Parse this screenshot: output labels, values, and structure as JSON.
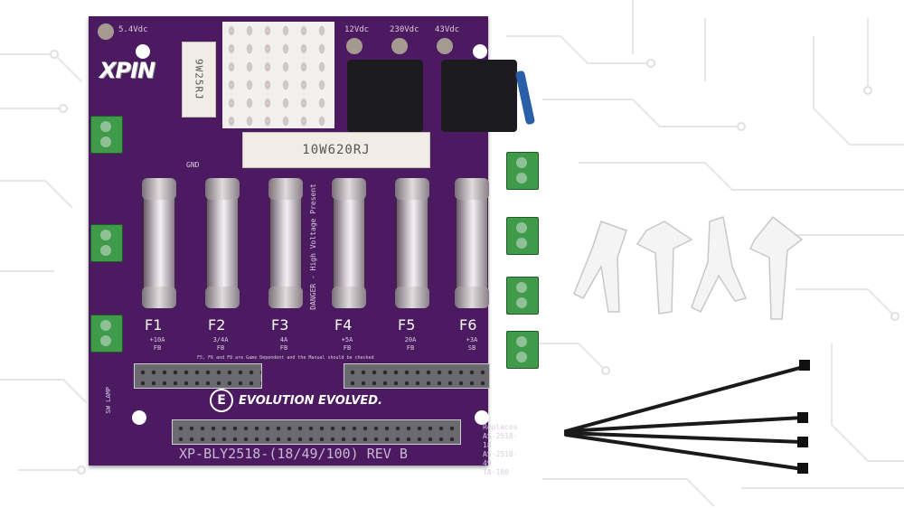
{
  "board": {
    "logo": "XPIN",
    "voltage_labels": [
      "5.4Vdc",
      "12Vdc",
      "230Vdc",
      "43Vdc"
    ],
    "resistor_small": "9W25RJ",
    "resistor_large": "10W620RJ",
    "gnd_label": "GND",
    "danger_text": "DANGER - High Voltage Present",
    "fuses": [
      {
        "label": "F1",
        "rating": "+10A",
        "type": "FB"
      },
      {
        "label": "F2",
        "rating": "3/4A",
        "type": "FB"
      },
      {
        "label": "F3",
        "rating": "4A",
        "type": "FB"
      },
      {
        "label": "F4",
        "rating": "+5A",
        "type": "FB"
      },
      {
        "label": "F5",
        "rating": "20A",
        "type": "FB"
      },
      {
        "label": "F6",
        "rating": "+3A",
        "type": "SB"
      }
    ],
    "note": "F5, F6 and F8 are Game Dependent and the Manual should be checked",
    "sw_lamp": "SW LAMP",
    "brand": "EVOLUTION EVOLVED.",
    "part_number": "XP-BLY2518-(18/49/100) REV B",
    "replaces_title": "Replaces",
    "replaces": [
      "AS-2518-18",
      "AS-2518-49",
      "TA-100"
    ],
    "colors": {
      "pcb": "#4b1a61",
      "terminal": "#3f9a4a"
    }
  }
}
